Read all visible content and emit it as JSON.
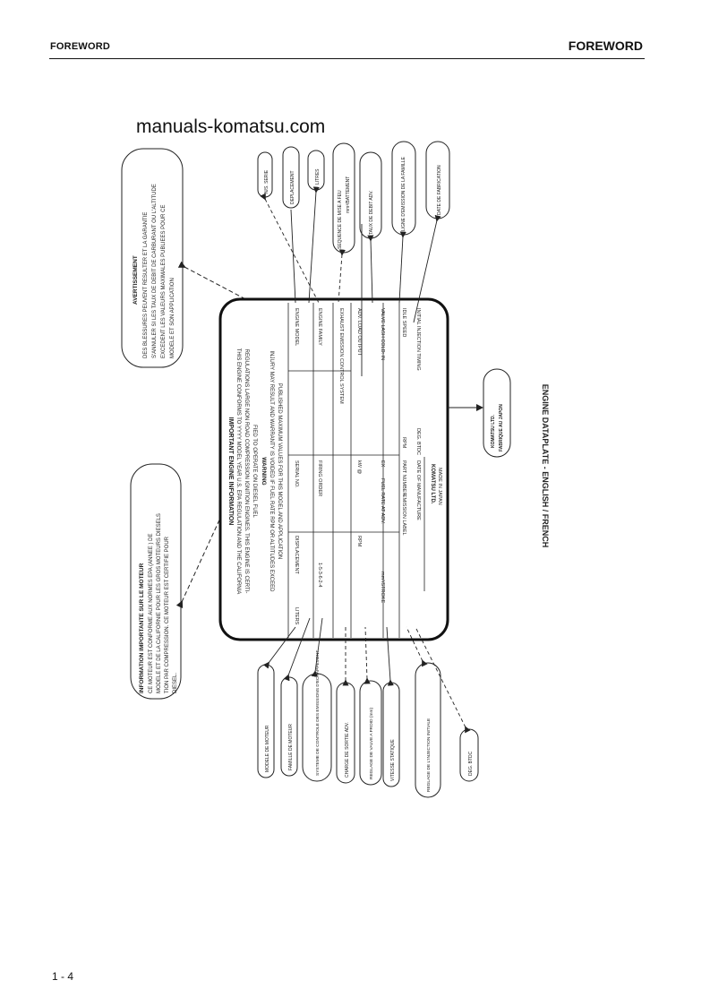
{
  "header": {
    "left_title": "FOREWORD",
    "right_title": "FOREWORD"
  },
  "watermark": "manuals-komatsu.com",
  "footer": {
    "page_number": "1 - 4"
  },
  "figure": {
    "caption": "ENGINE DATAPLATE - ENGLISH / FRENCH",
    "french_info_title": "INFORMATION IMPORTANTE SUR LE MOTEUR",
    "french_info_body": [
      "CE MOTEUR EST CONFORME AUX NORMES EPA (ANNEE ) DE",
      "MODELE ET DE LA CALIFORNIE POUR LES GROS MOTEURS DIESELS",
      "TION PAR COMPRESSION. CE MOTEUR EST CERTIFIE POUR",
      "DIESEL."
    ],
    "french_warning_title": "AVERTISSEMENT",
    "french_warning_body": [
      "DES BLESSURES PEUVENT RESULTER ET LA GARANTIE",
      "S'ANNULER SI LES TAUX DE DEBIT DE CARBURANT OU L'ALTITUDE",
      "EXCEDENT LES VALEURS MAXIMALES PUBLIEES POUR CE",
      "MODELE ET SON APPLICATION"
    ],
    "plate": {
      "title": "IMPORTANT ENGINE INFORMATION",
      "lines": [
        "THIS ENGINE CONFORMS TO YYYY MODEL YEAR U.S. EPA REGULATION AND THE CALIFORNIA",
        "REGULATIONS LARGE NON ROAD COMPRESSION IGNITION ENGINES. THIS ENGINE IS CERTI-",
        "FIED TO OPERATE ON DIESEL FUEL"
      ],
      "warning_title": "WARNING",
      "warning_lines": [
        "INJURY MAY RESULT AND WARRANTY IS VOIDED IF FUEL RATE RPM OR ALTITUDES EXCEED",
        "PUBLISHED MAXIMUM VALUES FOR THIS MODEL AND APPLICATION"
      ],
      "rows": [
        [
          "ENGINE MODEL",
          "SERIAL NO.",
          "DISPLACEMENT",
          "LITERS"
        ],
        [
          "ENGINE FAMILY",
          "FIRING ORDER",
          "1-5-3-6-2-4"
        ],
        [
          "EXHAUST EMISSION CONTROL SYSTEM",
          "",
          ""
        ],
        [
          "ADV. LOAD OUTPUT",
          "kW @",
          "RPM"
        ],
        [
          "VALVE LASH COLD: IN",
          "EX",
          "FUEL RATE AT ADV.",
          "mm³/STROKE"
        ],
        [
          "IDLE SPEED",
          "RPM",
          "PART NUMBER",
          "EMISSION LABEL"
        ],
        [
          "INITIAL INJECTION TIMING",
          "DEG. BTDC",
          "DATE OF MANUFACTURE"
        ]
      ],
      "maker": "KOMATSU LTD.",
      "made_in": "MADE IN JAPAN"
    },
    "callouts_top": [
      "N/S. SERIE",
      "DEPLACEMENT",
      "LITRES",
      "SEQUENCE DE MISE A FEU",
      "mm³/BATTEMENT",
      "TAUX DE DEBIT ADV.",
      "LIGNE D'EMISSION DE LA FAMILLE",
      "DATE DE FABRICATION"
    ],
    "callouts_bottom": [
      "MODELE DE MOTEUR",
      "FAMILLE DE MOTEUR",
      "SYSTEME DE CONTROLE DES EMISSIONS D'ECHAPPEMENT",
      "CHARGE DE SORTIE ADV.",
      "REGLAGE DE VALVE A FROID (mm)",
      "VITESSE STATIQUE",
      "REGLAGE DE L'INJECTION INITIALE",
      "DEG. BTDC"
    ],
    "callout_right": [
      "KOMATSU LTD.",
      "FABRIQUE AU JAPON"
    ]
  }
}
